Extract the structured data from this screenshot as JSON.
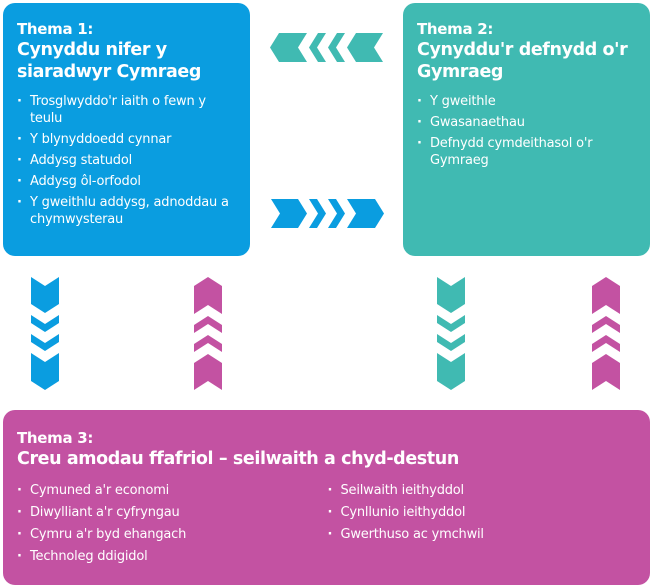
{
  "colors": {
    "theme1": "#0a9de0",
    "theme2": "#40bab2",
    "theme3": "#c352a2"
  },
  "theme1": {
    "label": "Thema 1:",
    "title": "Cynyddu nifer y siaradwyr Cymraeg",
    "items": [
      "Trosglwyddo'r iaith o fewn y teulu",
      "Y blynyddoedd cynnar",
      "Addysg statudol",
      "Addysg ôl-orfodol",
      "Y gweithlu addysg, adnoddau a chymwysterau"
    ]
  },
  "theme2": {
    "label": "Thema 2:",
    "title": "Cynyddu'r defnydd o'r Gymraeg",
    "items": [
      "Y gweithle",
      "Gwasanaethau",
      "Defnydd cymdeithasol o'r Gymraeg"
    ]
  },
  "theme3": {
    "label": "Thema 3:",
    "title": "Creu amodau ffafriol – seilwaith a chyd-destun",
    "items_left": [
      "Cymuned a'r economi",
      "Diwylliant a'r cyfryngau",
      "Cymru a'r byd ehangach",
      "Technoleg ddigidol"
    ],
    "items_right": [
      "Seilwaith ieithyddol",
      "Cynllunio ieithyddol",
      "Gwerthuso ac ymchwil"
    ]
  },
  "arrows": [
    {
      "name": "arrow-theme2-to-theme1",
      "direction": "left",
      "color": "#40bab2"
    },
    {
      "name": "arrow-theme1-to-theme2",
      "direction": "right",
      "color": "#0a9de0"
    },
    {
      "name": "arrow-theme1-to-theme3",
      "direction": "down",
      "color": "#0a9de0"
    },
    {
      "name": "arrow-theme3-to-theme1",
      "direction": "up",
      "color": "#c352a2"
    },
    {
      "name": "arrow-theme2-to-theme3",
      "direction": "down",
      "color": "#40bab2"
    },
    {
      "name": "arrow-theme3-to-theme2",
      "direction": "up",
      "color": "#c352a2"
    }
  ]
}
